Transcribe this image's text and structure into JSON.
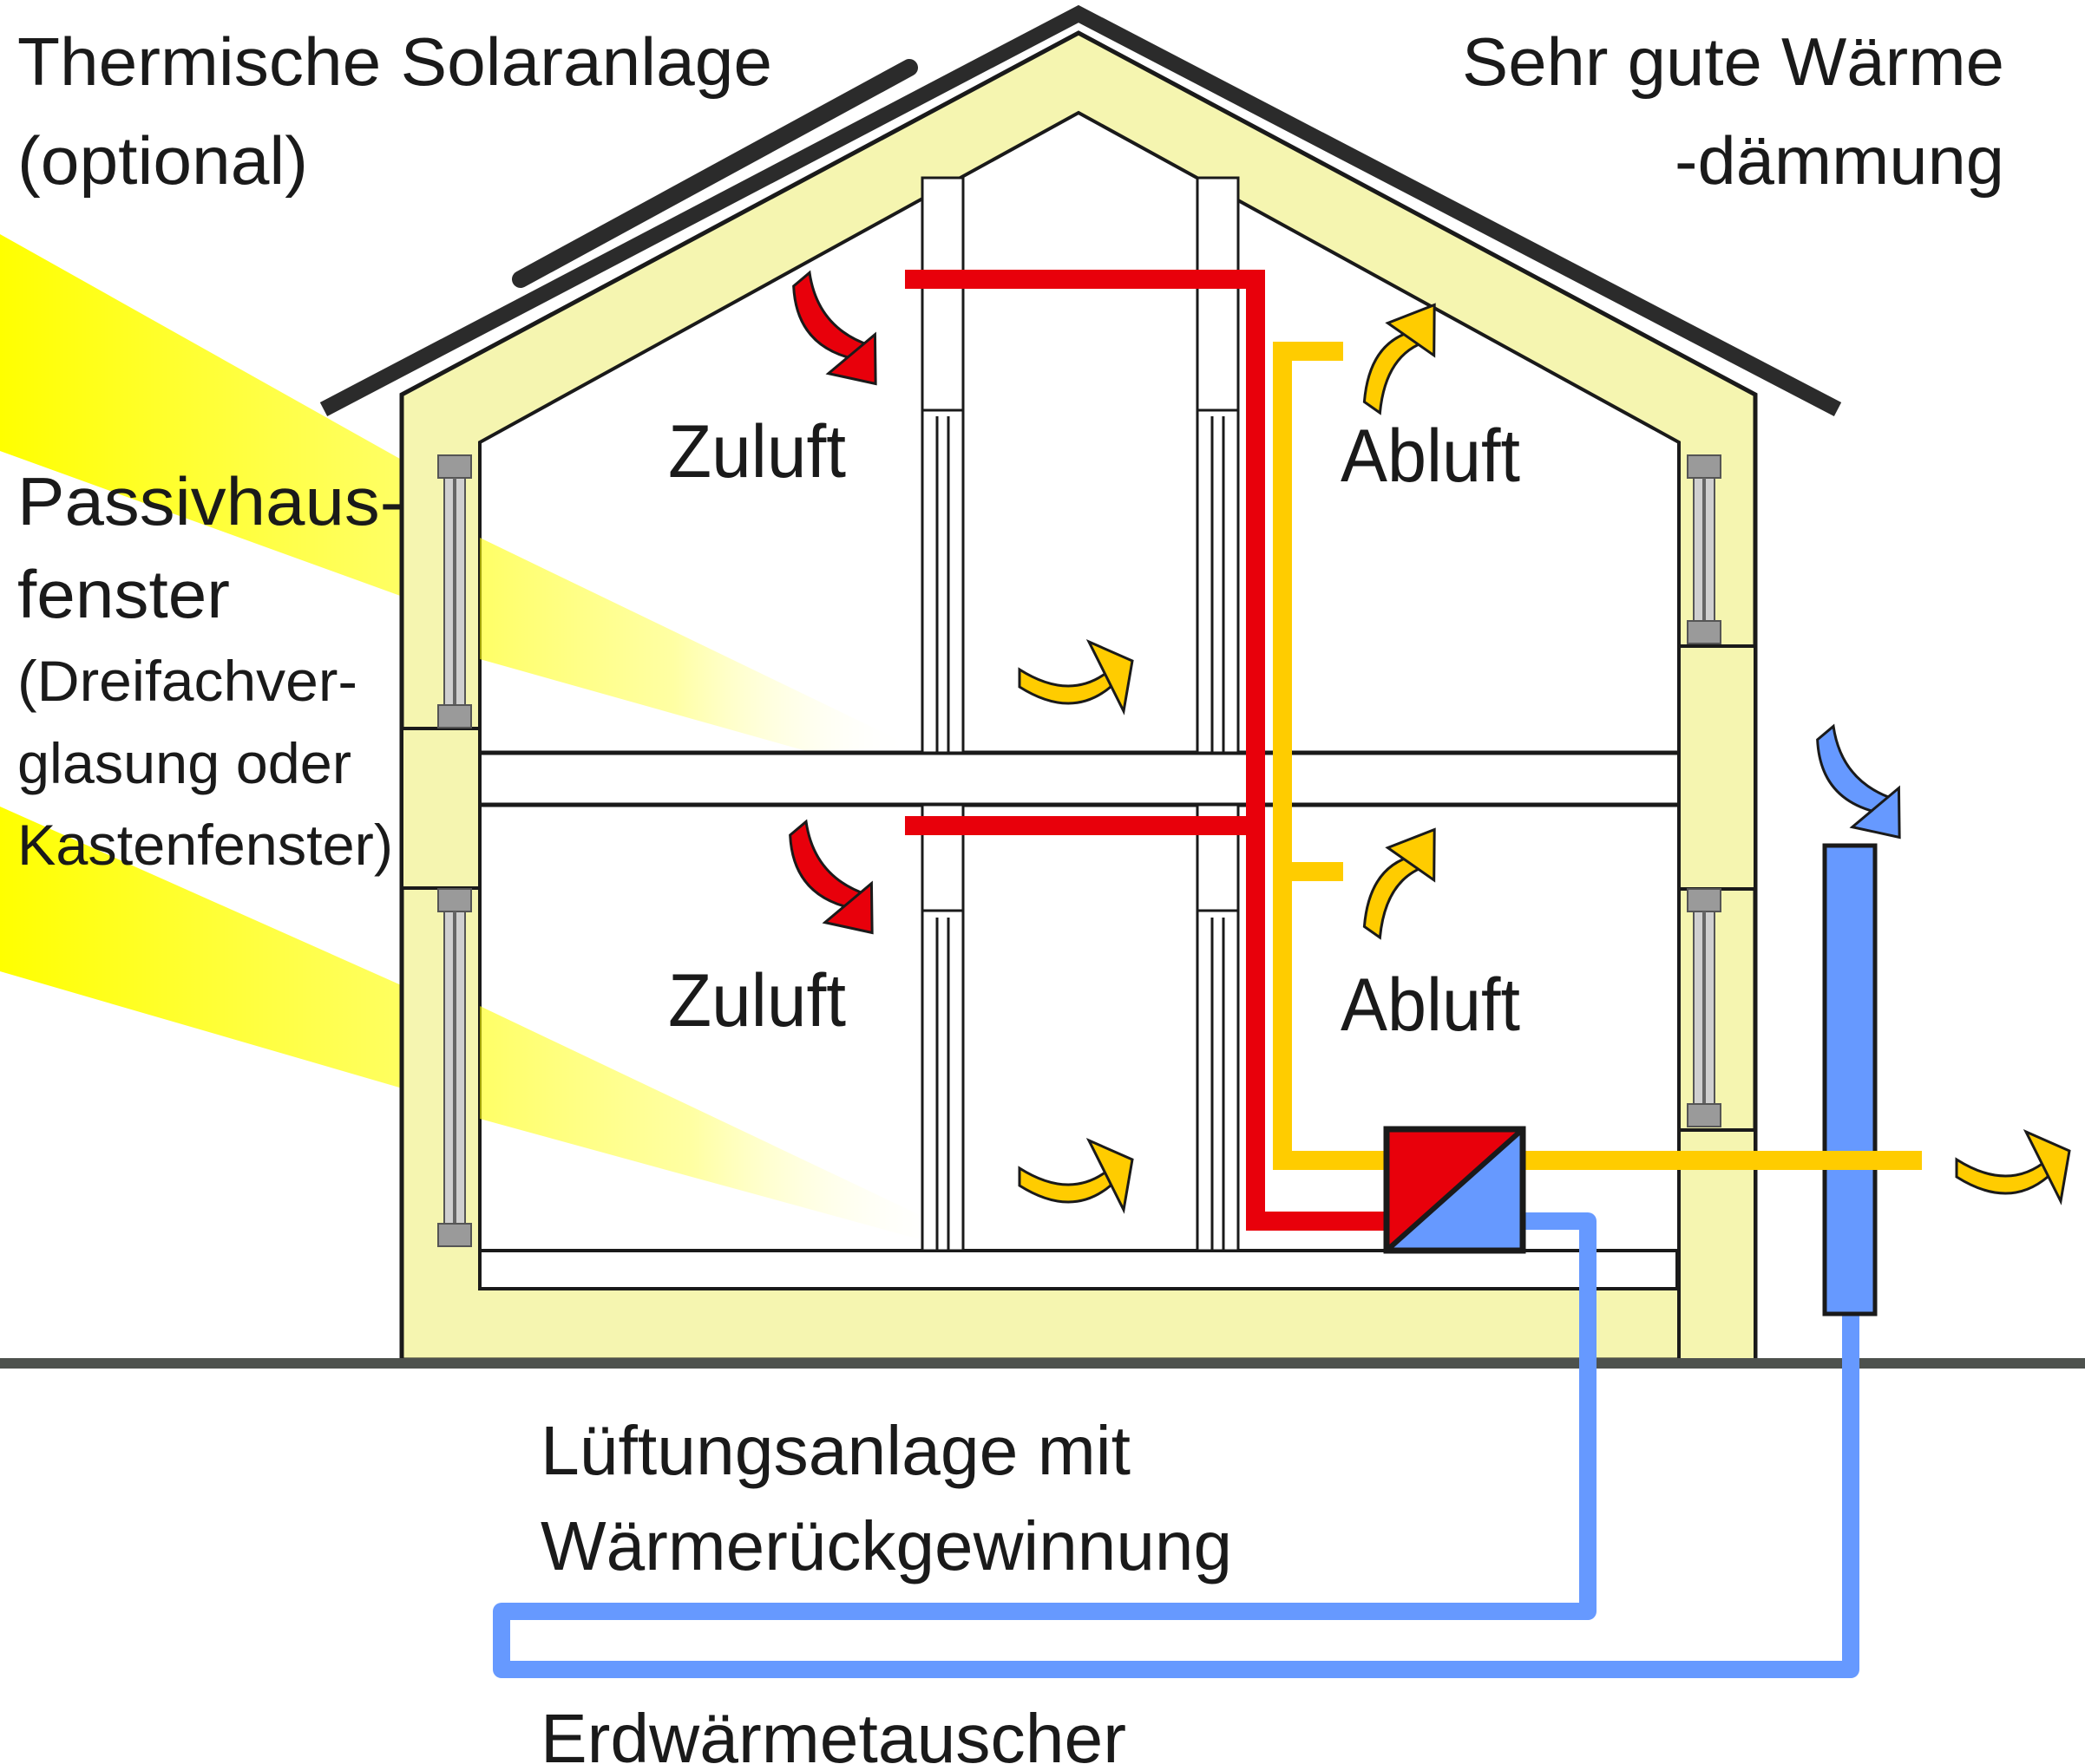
{
  "labels": {
    "solar_line1": "Thermische Solaranlage",
    "solar_line2": "(optional)",
    "insulation_line1": "Sehr gute Wärme",
    "insulation_line2": "-dämmung",
    "window_line1": "Passivhaus-",
    "window_line2": "fenster",
    "window_line3": "(Dreifachver-",
    "window_line4": "glasung oder",
    "window_line5": "Kastenfenster)",
    "supply_upper": "Zuluft",
    "exhaust_upper": "Abluft",
    "supply_lower": "Zuluft",
    "exhaust_lower": "Abluft",
    "ventilation_line1": "Lüftungsanlage mit",
    "ventilation_line2": "Wärmerückgewinnung",
    "ground_exchanger": "Erdwärmetauscher"
  },
  "colors": {
    "insulation": "#f5f5b0",
    "roof": "#2b2b2b",
    "sunlight": "#ffff00",
    "supply_air": "#e8000b",
    "exhaust_air": "#ffcc00",
    "fresh_air": "#6699ff",
    "ground": "#4d514d",
    "window_frame": "#9a9a9a"
  }
}
